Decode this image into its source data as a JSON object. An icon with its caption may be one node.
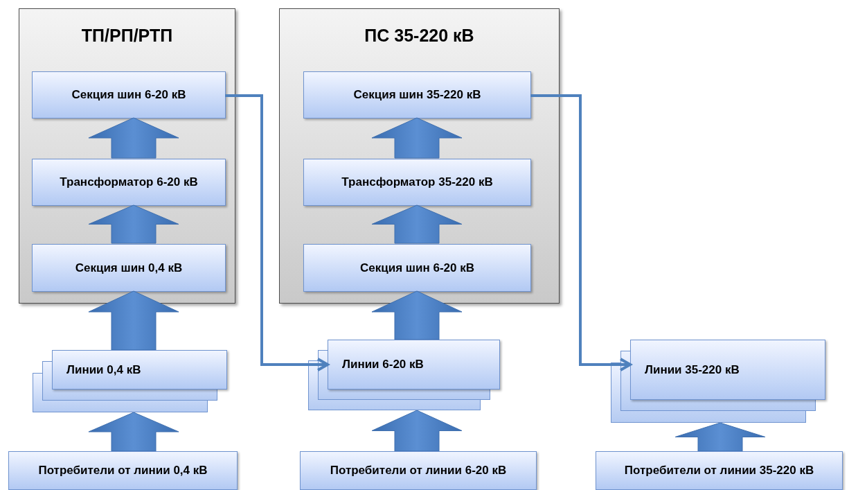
{
  "diagram": {
    "nodes": [
      {
        "text": [
          "ТП/РП/РТП"
        ]
      },
      {
        "text": [
          "Секция шин 6-20 кВ"
        ],
        "in": 0
      },
      {
        "text": [
          "Трансформатор 6-20 кВ"
        ],
        "in": 0
      },
      {
        "text": [
          "Секция шин 0,4 кВ"
        ],
        "in": 0
      },
      {
        "text": [
          "Линии 0,4 кВ"
        ]
      },
      {
        "text": [
          "Потребители от линии 0,4 кВ"
        ]
      },
      {
        "text": [
          "ПС 35-220 кВ"
        ]
      },
      {
        "text": [
          "Секция шин 35-220 кВ"
        ],
        "in": 6
      },
      {
        "text": [
          "Трансформатор 35-220 кВ"
        ],
        "in": 6
      },
      {
        "text": [
          "Секция шин 6-20 кВ"
        ],
        "in": 6
      },
      {
        "text": [
          "Линии 6-20 кВ"
        ]
      },
      {
        "text": [
          "Потребители от линии 6-20 кВ"
        ]
      },
      {
        "text": [
          "Линии 35-220 кВ"
        ]
      },
      {
        "text": [
          "Потребители от линии 35-220 кВ"
        ]
      }
    ],
    "edges": [
      {
        "from": 3,
        "to": 2,
        "arrow": "to",
        "style": "thick"
      },
      {
        "from": 2,
        "to": 1,
        "arrow": "to",
        "style": "thick"
      },
      {
        "from": 4,
        "to": 3,
        "arrow": "to",
        "style": "thick"
      },
      {
        "from": 5,
        "to": 4,
        "arrow": "to",
        "style": "thick"
      },
      {
        "from": 9,
        "to": 8,
        "arrow": "to",
        "style": "thick"
      },
      {
        "from": 8,
        "to": 7,
        "arrow": "to",
        "style": "thick"
      },
      {
        "from": 10,
        "to": 9,
        "arrow": "to",
        "style": "thick"
      },
      {
        "from": 11,
        "to": 10,
        "arrow": "to",
        "style": "thick"
      },
      {
        "from": 13,
        "to": 12,
        "arrow": "to",
        "style": "thick"
      },
      {
        "from": 1,
        "to": 10,
        "arrow": "to"
      },
      {
        "from": 7,
        "to": 12,
        "arrow": "to"
      }
    ]
  }
}
